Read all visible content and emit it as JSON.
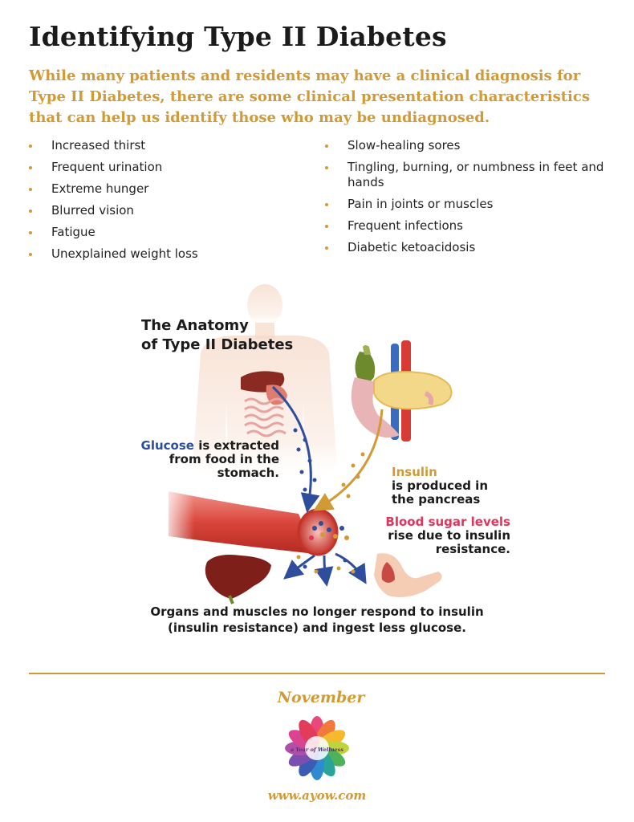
{
  "header": {
    "title": "Identifying Type II Diabetes",
    "intro": "While many patients and residents may have a clinical diagnosis for Type II Diabetes, there are some clinical presentation characteristics that can help us identify those who may be undiagnosed."
  },
  "symptoms": {
    "left": [
      "Increased thirst",
      "Frequent urination",
      "Extreme hunger",
      "Blurred vision",
      "Fatigue",
      "Unexplained weight loss"
    ],
    "right": [
      "Slow-healing sores",
      "Tingling, burning, or numbness in feet and hands",
      "Pain in joints or muscles",
      "Frequent infections",
      "Diabetic ketoacidosis"
    ]
  },
  "anatomy": {
    "title_line1": "The Anatomy",
    "title_line2": "of Type II Diabetes",
    "glucose_keyword": "Glucose",
    "glucose_rest": " is extracted from food in the stomach.",
    "insulin_keyword": "Insulin",
    "insulin_rest": "is produced in the pancreas",
    "bsl_keyword": "Blood sugar levels",
    "bsl_rest": "rise due to insulin resistance.",
    "organs_text": "Organs and muscles no longer respond to insulin (insulin resistance) and ingest less glucose."
  },
  "footer": {
    "month": "November",
    "logo_text": "a Year of Wellness",
    "website": "www.ayow.com"
  },
  "colors": {
    "accent_gold": "#d29a35",
    "glucose_blue": "#2e4d9c",
    "blood_red": "#e1345c"
  },
  "icons": [
    "human-body-icon",
    "pancreas-icon",
    "blood-vessel-icon",
    "liver-icon",
    "arm-muscle-icon",
    "flower-logo-icon"
  ]
}
